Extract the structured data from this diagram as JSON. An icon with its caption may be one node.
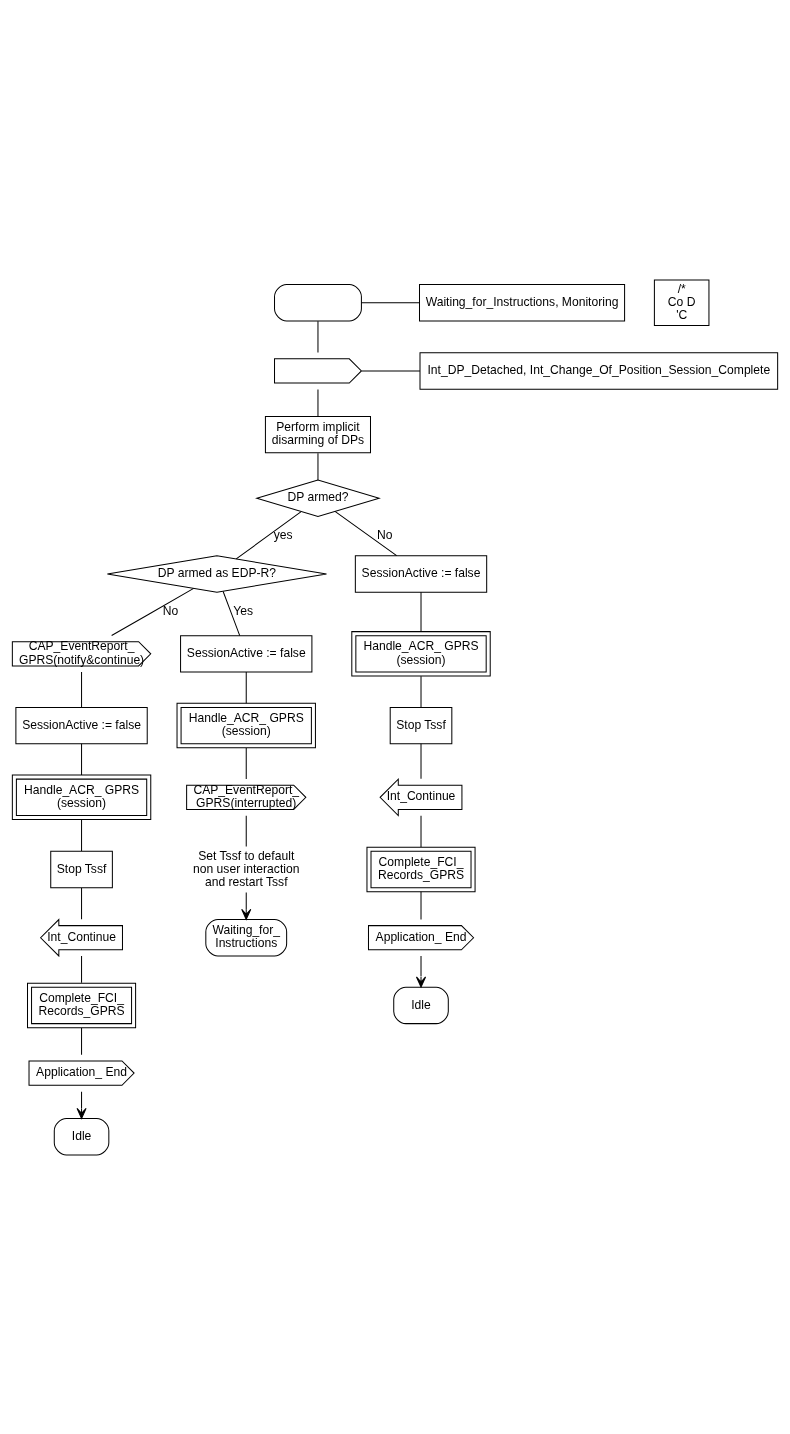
{
  "diagram": {
    "nodes": [
      {
        "text": [],
        "shape": "box"
      },
      {
        "text": [
          "Waiting_for_Instructions, Monitoring"
        ]
      },
      {
        "text": [],
        "shape": "chevron"
      },
      {
        "text": [
          "Int_DP_Detached, Int_Change_Of_Position_Session_Complete"
        ]
      },
      {
        "text": [
          "Perform implicit disarming of DPs"
        ]
      },
      {
        "text": [
          "DP armed?"
        ]
      },
      {
        "text": [
          "DP armed as EDP-R?"
        ]
      },
      {
        "text": [
          "CAP_EventReport_ GPRS(notify&continue)"
        ]
      },
      {
        "text": [
          "SessionActive := false"
        ]
      },
      {
        "text": [
          "Handle_ACR_ GPRS (session)"
        ]
      },
      {
        "text": [
          "Stop Tssf"
        ]
      },
      {
        "text": [
          "Int_Continue"
        ]
      },
      {
        "text": [
          "Complete_FCI_ Records_GPRS"
        ]
      },
      {
        "text": [
          "Application_ End"
        ]
      },
      {
        "text": [
          "Idle"
        ]
      },
      {
        "text": [
          "SessionActive := false"
        ]
      },
      {
        "text": [
          "Handle_ACR_ GPRS (session)"
        ]
      },
      {
        "text": [
          "CAP_EventReport_ GPRS(interrupted)"
        ]
      },
      {
        "text": [
          "Set Tssf to default non user interaction and restart Tssf"
        ]
      },
      {
        "text": [
          "Waiting_for_ Instructions"
        ]
      },
      {
        "text": [
          "SessionActive := false"
        ]
      },
      {
        "text": [
          "Handle_ACR_ GPRS (session)"
        ]
      },
      {
        "text": [
          "Stop Tssf"
        ]
      },
      {
        "text": [
          "Int_Continue"
        ]
      },
      {
        "text": [
          "Complete_FCI_ Records_GPRS"
        ]
      },
      {
        "text": [
          "Application_ End"
        ]
      },
      {
        "text": [
          "Idle"
        ]
      },
      {
        "text": [
          "/* Co D 'C"
        ]
      }
    ],
    "edges": [
      {
        "from": 0,
        "to": 1,
        "arrow": "none"
      },
      {
        "from": 0,
        "to": 2,
        "arrow": "none"
      },
      {
        "from": 2,
        "to": 3,
        "arrow": "none"
      },
      {
        "from": 2,
        "to": 4,
        "arrow": "none"
      },
      {
        "from": 4,
        "to": 5,
        "arrow": "none"
      },
      {
        "from": 5,
        "to": 6,
        "arrow": "none",
        "label": "yes"
      },
      {
        "from": 5,
        "to": 20,
        "arrow": "none",
        "label": "No"
      },
      {
        "from": 6,
        "to": 7,
        "arrow": "none",
        "label": "No"
      },
      {
        "from": 6,
        "to": 15,
        "arrow": "none",
        "label": "Yes"
      },
      {
        "from": 7,
        "to": 8,
        "arrow": "none"
      },
      {
        "from": 8,
        "to": 9,
        "arrow": "none"
      },
      {
        "from": 9,
        "to": 10,
        "arrow": "none"
      },
      {
        "from": 10,
        "to": 11,
        "arrow": "none"
      },
      {
        "from": 11,
        "to": 12,
        "arrow": "none"
      },
      {
        "from": 12,
        "to": 13,
        "arrow": "none"
      },
      {
        "from": 13,
        "to": 14,
        "arrow": "to"
      },
      {
        "from": 15,
        "to": 16,
        "arrow": "none"
      },
      {
        "from": 16,
        "to": 17,
        "arrow": "none"
      },
      {
        "from": 17,
        "to": 18,
        "arrow": "none"
      },
      {
        "from": 18,
        "to": 19,
        "arrow": "to"
      },
      {
        "from": 20,
        "to": 21,
        "arrow": "none"
      },
      {
        "from": 21,
        "to": 22,
        "arrow": "none"
      },
      {
        "from": 22,
        "to": 23,
        "arrow": "none"
      },
      {
        "from": 23,
        "to": 24,
        "arrow": "none"
      },
      {
        "from": 24,
        "to": 25,
        "arrow": "none"
      },
      {
        "from": 25,
        "to": 26,
        "arrow": "to"
      }
    ]
  }
}
